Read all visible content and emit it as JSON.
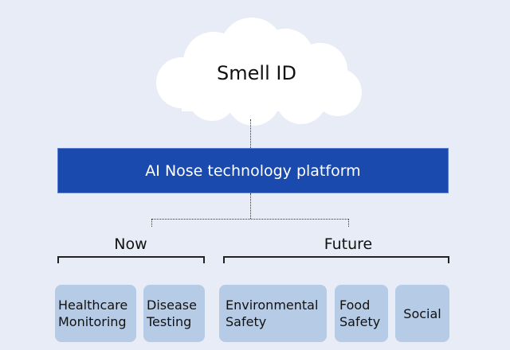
{
  "cloud": {
    "label": "Smell ID",
    "icon": "cloud-shape",
    "fill": "#ffffff"
  },
  "platform": {
    "label": "AI Nose technology platform",
    "color": "#1a4aad"
  },
  "groups": [
    {
      "label": "Now",
      "items": [
        "Healthcare Monitoring",
        "Disease Testing"
      ]
    },
    {
      "label": "Future",
      "items": [
        "Environmental Safety",
        "Food Safety",
        "Social"
      ]
    }
  ],
  "boxes": {
    "healthcare": {
      "line1": "Healthcare",
      "line2": "Monitoring"
    },
    "disease": {
      "line1": "Disease",
      "line2": "Testing"
    },
    "environmental": {
      "line1": "Environmental",
      "line2": "Safety"
    },
    "food": {
      "line1": "Food",
      "line2": "Safety"
    },
    "social": {
      "line1": "Social"
    }
  },
  "colors": {
    "background": "#e8ecf6",
    "box_fill": "#b6cbe6",
    "platform": "#1a4aad"
  }
}
